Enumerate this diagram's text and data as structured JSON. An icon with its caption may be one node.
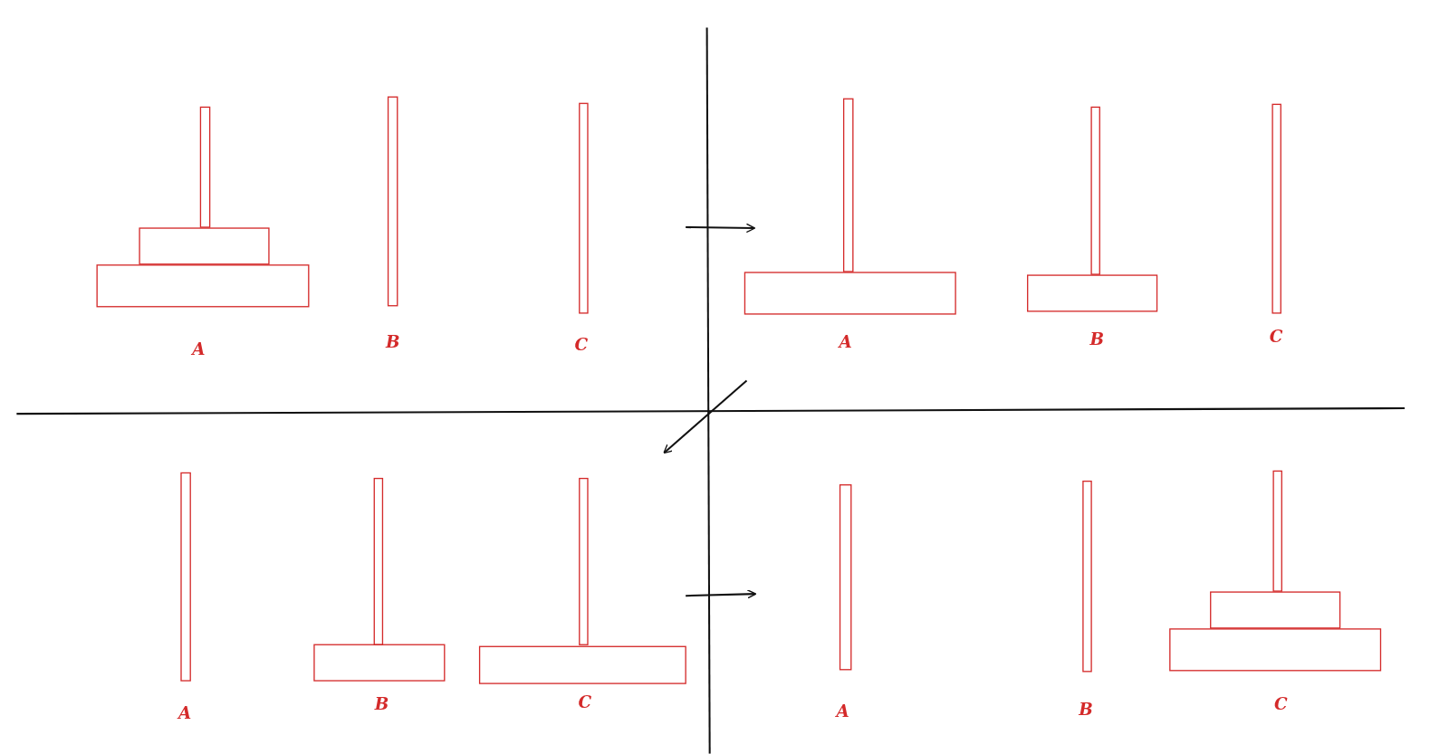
{
  "diagram": {
    "labels": [
      "A",
      "B",
      "C",
      "A",
      "B",
      "C",
      "A",
      "B",
      "C",
      "A",
      "B",
      "C"
    ]
  }
}
